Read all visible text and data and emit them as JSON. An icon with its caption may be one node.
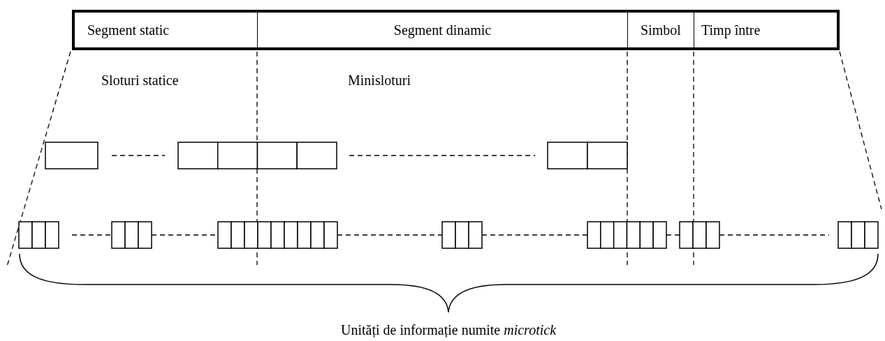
{
  "diagram": {
    "nodes": [
      {
        "text": [
          "Segment static"
        ]
      },
      {
        "text": [
          "Segment dinamic"
        ]
      },
      {
        "text": [
          "Simbol"
        ]
      },
      {
        "text": [
          "Timp între"
        ]
      }
    ],
    "labels": [
      "Sloturi statice",
      "Minisloturi",
      "Unități de informație numite *microtick*"
    ]
  }
}
